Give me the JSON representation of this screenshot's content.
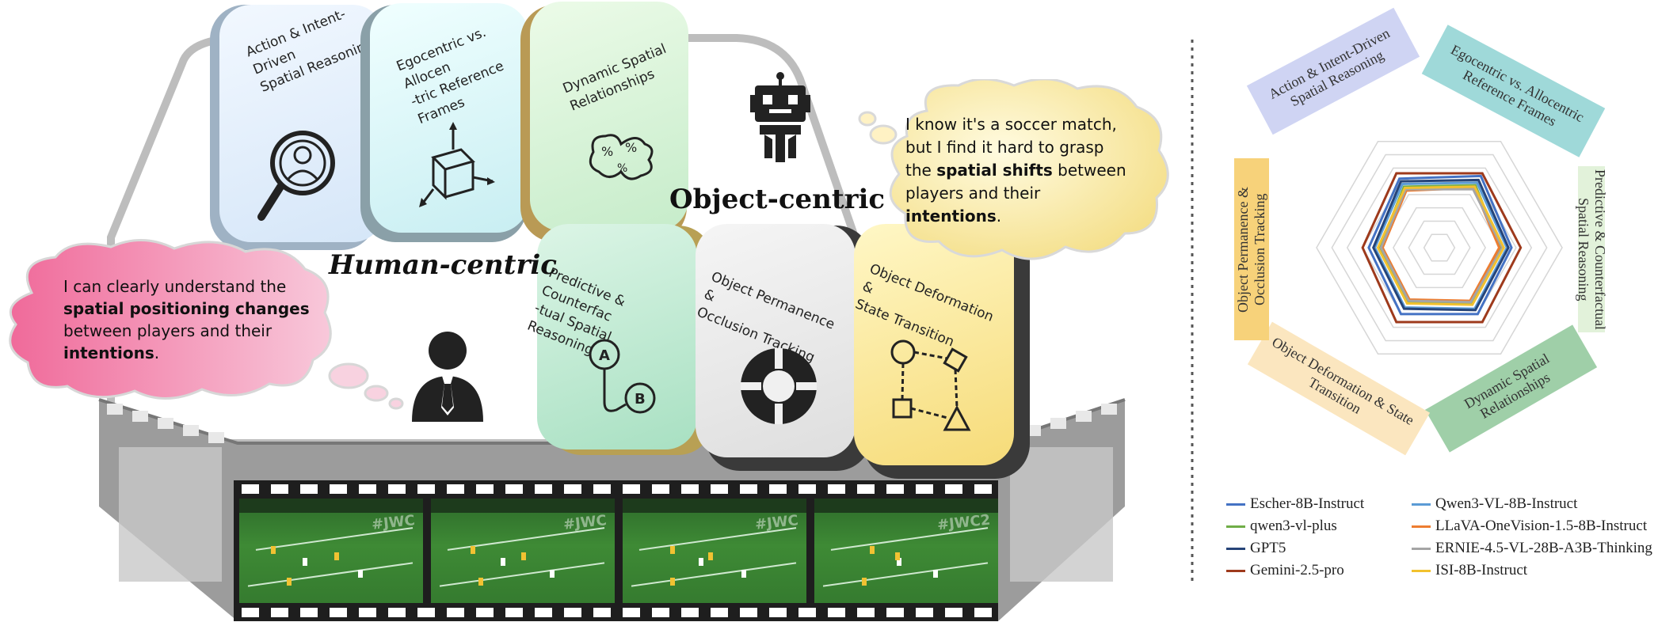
{
  "cards": [
    {
      "id": "action",
      "title": [
        "Action & Intent-Driven",
        "Spatial Reasoning"
      ],
      "icon": "magnifier-person-icon"
    },
    {
      "id": "egocentric",
      "title": [
        "Egocentric vs. Allocen",
        "-tric Reference Frames"
      ],
      "icon": "cube-axes-icon"
    },
    {
      "id": "dynamic",
      "title": [
        "Dynamic Spatial",
        "Relationships"
      ],
      "icon": "percent-blobs-icon"
    },
    {
      "id": "predictive",
      "title": [
        "Predictive & Counterfac",
        "-tual Spatial Reasoning"
      ],
      "icon": "ab-path-icon"
    },
    {
      "id": "occlusion",
      "title": [
        "Object Permanence &",
        "Occlusion Tracking"
      ],
      "icon": "occluded-ring-icon"
    },
    {
      "id": "deformation",
      "title": [
        "Object Deformation &",
        "State Transition"
      ],
      "icon": "shape-transition-icon"
    }
  ],
  "headings": {
    "human": "Human-centric",
    "object": "Object-centric"
  },
  "bubbles": {
    "human": {
      "line1": "I can clearly understand the",
      "line2": "spatial positioning changes",
      "line3": "between players and their",
      "line4_bold": "intentions",
      "line4_end": "."
    },
    "robot": {
      "line1": "I know it's a soccer match,",
      "line2": "but I find it hard to grasp",
      "line3_start": "the ",
      "line3_bold": "spatial shifts",
      "line3_end": " between",
      "line4": "players and their",
      "line5_bold": "intentions",
      "line5_end": "."
    }
  },
  "frames": [
    {
      "overlay": "#JWC"
    },
    {
      "overlay": "#JWC"
    },
    {
      "overlay": "#JWC"
    },
    {
      "overlay": "#JWC2"
    }
  ],
  "chart_data": {
    "type": "radar",
    "axes": [
      "Action & Intent-Driven Spatial Reasoning",
      "Egocentric vs. Allocentric Reference Frames",
      "Predictive & Counterfactual Spatial Reasoning",
      "Dynamic Spatial Relationships",
      "Object Deformation & State Transition",
      "Object Permanence & Occlusion Tracking"
    ],
    "axis_labels": [
      [
        "Action & Intent-Driven",
        "Spatial Reasoning"
      ],
      [
        "Egocentric vs. Allocentric",
        "Reference Frames"
      ],
      [
        "Predictive & Counterfactual",
        "Spatial Reasoning"
      ],
      [
        "Dynamic Spatial",
        "Relationships"
      ],
      [
        "Object Deformation & State",
        "Transition"
      ],
      [
        "Object Permanence &",
        "Occlusion Tracking"
      ]
    ],
    "range": [
      0,
      8
    ],
    "rings": 8,
    "series": [
      {
        "name": "Escher-8B-Instruct",
        "color": "#4472c4",
        "values": [
          5.2,
          5.4,
          4.7,
          5.0,
          5.0,
          4.6
        ]
      },
      {
        "name": "Qwen3-VL-8B-Instruct",
        "color": "#5b9bd5",
        "values": [
          4.8,
          4.9,
          4.4,
          4.6,
          4.5,
          4.2
        ]
      },
      {
        "name": "qwen3-vl-plus",
        "color": "#70ad47",
        "values": [
          4.6,
          4.7,
          4.0,
          4.2,
          4.1,
          3.9
        ]
      },
      {
        "name": "LLaVA-OneVision-1.5-8B-Instruct",
        "color": "#ed7d31",
        "values": [
          4.3,
          4.5,
          3.9,
          4.0,
          3.9,
          3.7
        ]
      },
      {
        "name": "GPT5",
        "color": "#264478",
        "values": [
          5.0,
          5.1,
          4.5,
          4.7,
          4.6,
          4.3
        ]
      },
      {
        "name": "ERNIE-4.5-VL-28B-A3B-Thinking",
        "color": "#a5a5a5",
        "values": [
          4.4,
          4.4,
          4.1,
          4.1,
          4.0,
          3.8
        ]
      },
      {
        "name": "Gemini-2.5-pro",
        "color": "#9e3a1c",
        "values": [
          5.6,
          5.6,
          5.3,
          5.6,
          5.6,
          5.0
        ]
      },
      {
        "name": "ISI-8B-Instruct",
        "color": "#f2c12e",
        "values": [
          4.5,
          4.6,
          4.2,
          4.3,
          4.2,
          4.0
        ]
      }
    ]
  }
}
